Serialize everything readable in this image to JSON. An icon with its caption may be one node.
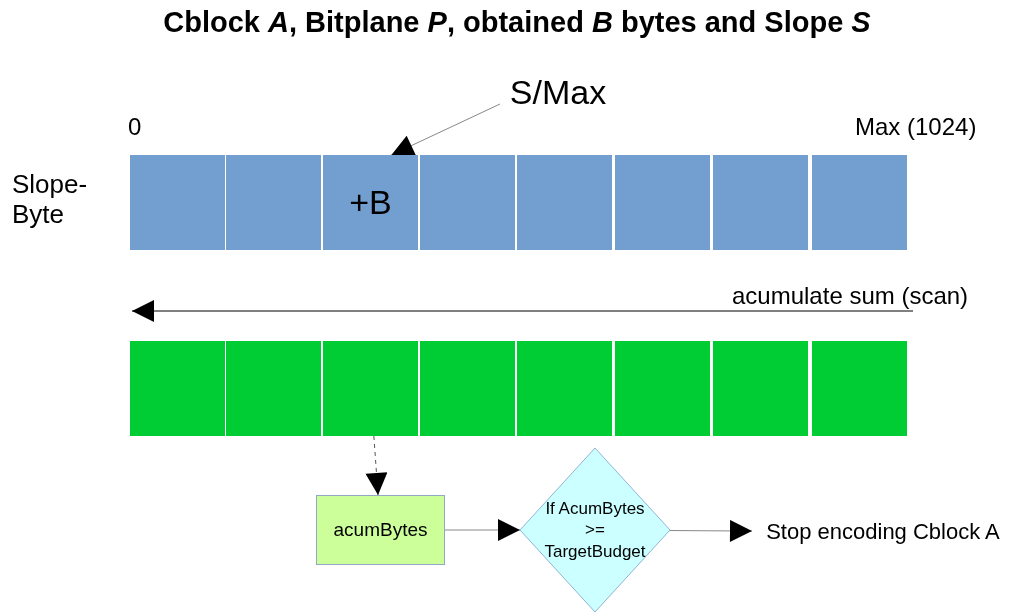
{
  "diagram": {
    "title": "Cblock *A*, Bitplane *P*, obtained *B* bytes and Slope *S*",
    "nodes": [
      {
        "text": [
          "S/Max"
        ]
      },
      {
        "text": [],
        "shape": "box"
      },
      {
        "text": [],
        "shape": "box"
      },
      {
        "text": [
          "+B"
        ]
      },
      {
        "text": [],
        "shape": "box"
      },
      {
        "text": [],
        "shape": "box"
      },
      {
        "text": [],
        "shape": "box"
      },
      {
        "text": [],
        "shape": "box"
      },
      {
        "text": [],
        "shape": "box"
      },
      {
        "text": [],
        "shape": "box"
      },
      {
        "text": [],
        "shape": "box"
      },
      {
        "text": [],
        "shape": "box"
      },
      {
        "text": [],
        "shape": "box"
      },
      {
        "text": [],
        "shape": "box"
      },
      {
        "text": [],
        "shape": "box"
      },
      {
        "text": [],
        "shape": "box"
      },
      {
        "text": [],
        "shape": "box"
      },
      {
        "text": [
          "acumBytes"
        ]
      },
      {
        "text": [
          "If AcumBytes >= TargetBudget"
        ]
      },
      {
        "text": [
          "Stop encoding Cblock A"
        ]
      }
    ],
    "edges": [
      {
        "from": 0,
        "to": 3,
        "arrow": "to"
      },
      {
        "from": 11,
        "to": 17,
        "arrow": "to",
        "style": "dashed"
      },
      {
        "from": 17,
        "to": 18,
        "arrow": "to"
      },
      {
        "from": 18,
        "to": 19,
        "arrow": "to"
      }
    ],
    "labels": [
      "0",
      "Max (1024)",
      "Slope-Byte",
      "acumulate sum (scan)"
    ]
  }
}
